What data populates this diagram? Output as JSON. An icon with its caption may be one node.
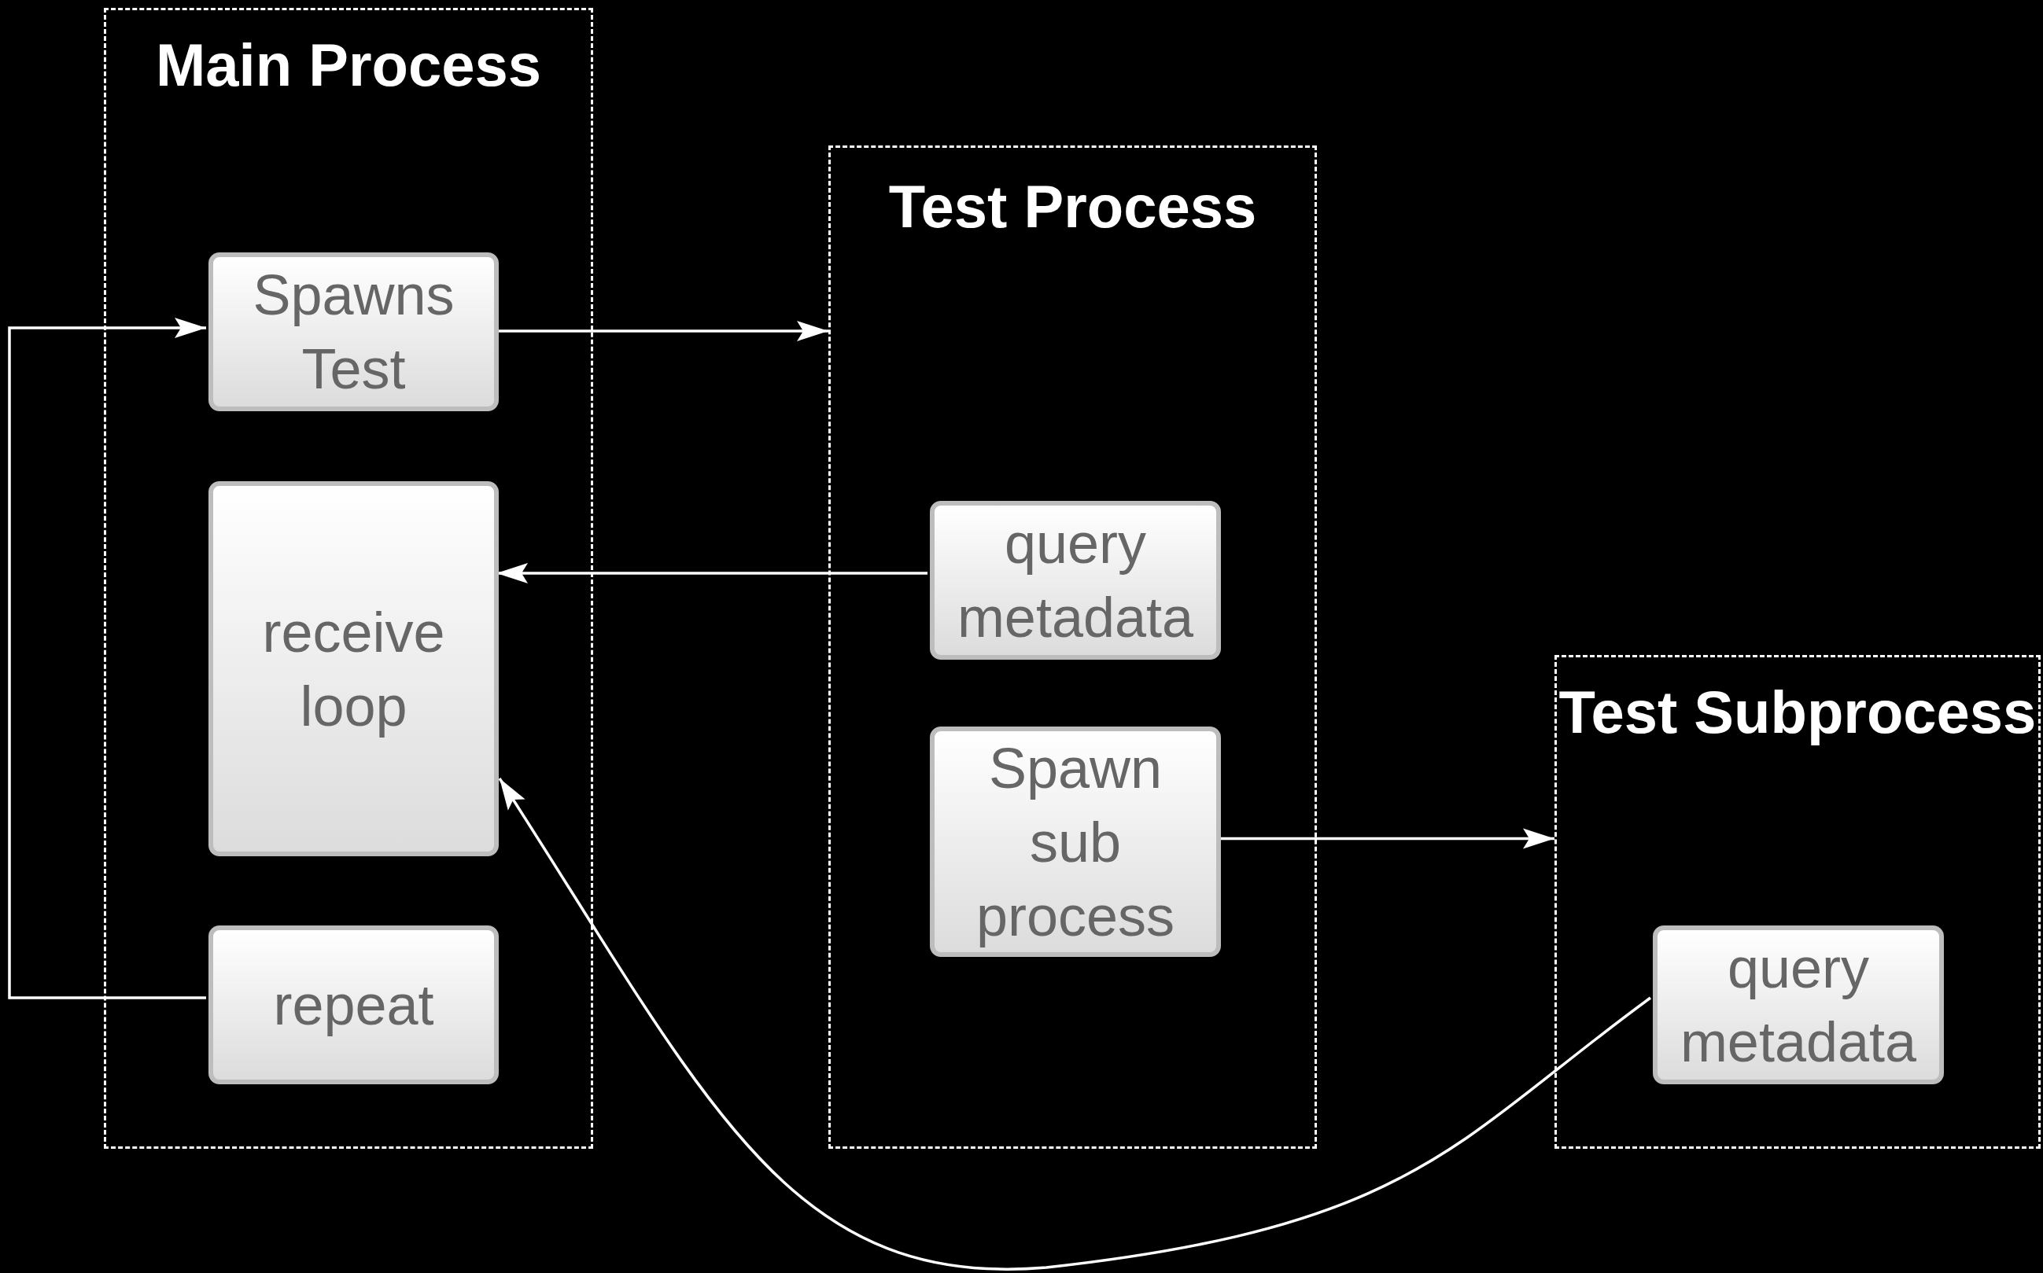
{
  "diagram": {
    "nodes": [
      {
        "text": [
          "Main Process"
        ]
      },
      {
        "text": [
          "Spawns Test"
        ],
        "in": 0
      },
      {
        "text": [
          "receive loop"
        ],
        "in": 0
      },
      {
        "text": [
          "repeat"
        ],
        "in": 0
      },
      {
        "text": [
          "Test Process"
        ]
      },
      {
        "text": [
          "query metadata"
        ],
        "in": 4
      },
      {
        "text": [
          "Spawn sub process"
        ],
        "in": 4
      },
      {
        "text": [
          "Test Subprocess"
        ]
      },
      {
        "text": [
          "query metadata"
        ],
        "in": 7
      }
    ],
    "edges": [
      {
        "from": 1,
        "to": 4,
        "arrow": "to"
      },
      {
        "from": 5,
        "to": 2,
        "arrow": "to"
      },
      {
        "from": 6,
        "to": 7,
        "arrow": "to"
      },
      {
        "from": 3,
        "to": 1,
        "arrow": "to"
      },
      {
        "from": 8,
        "to": 2,
        "arrow": "to"
      }
    ]
  }
}
